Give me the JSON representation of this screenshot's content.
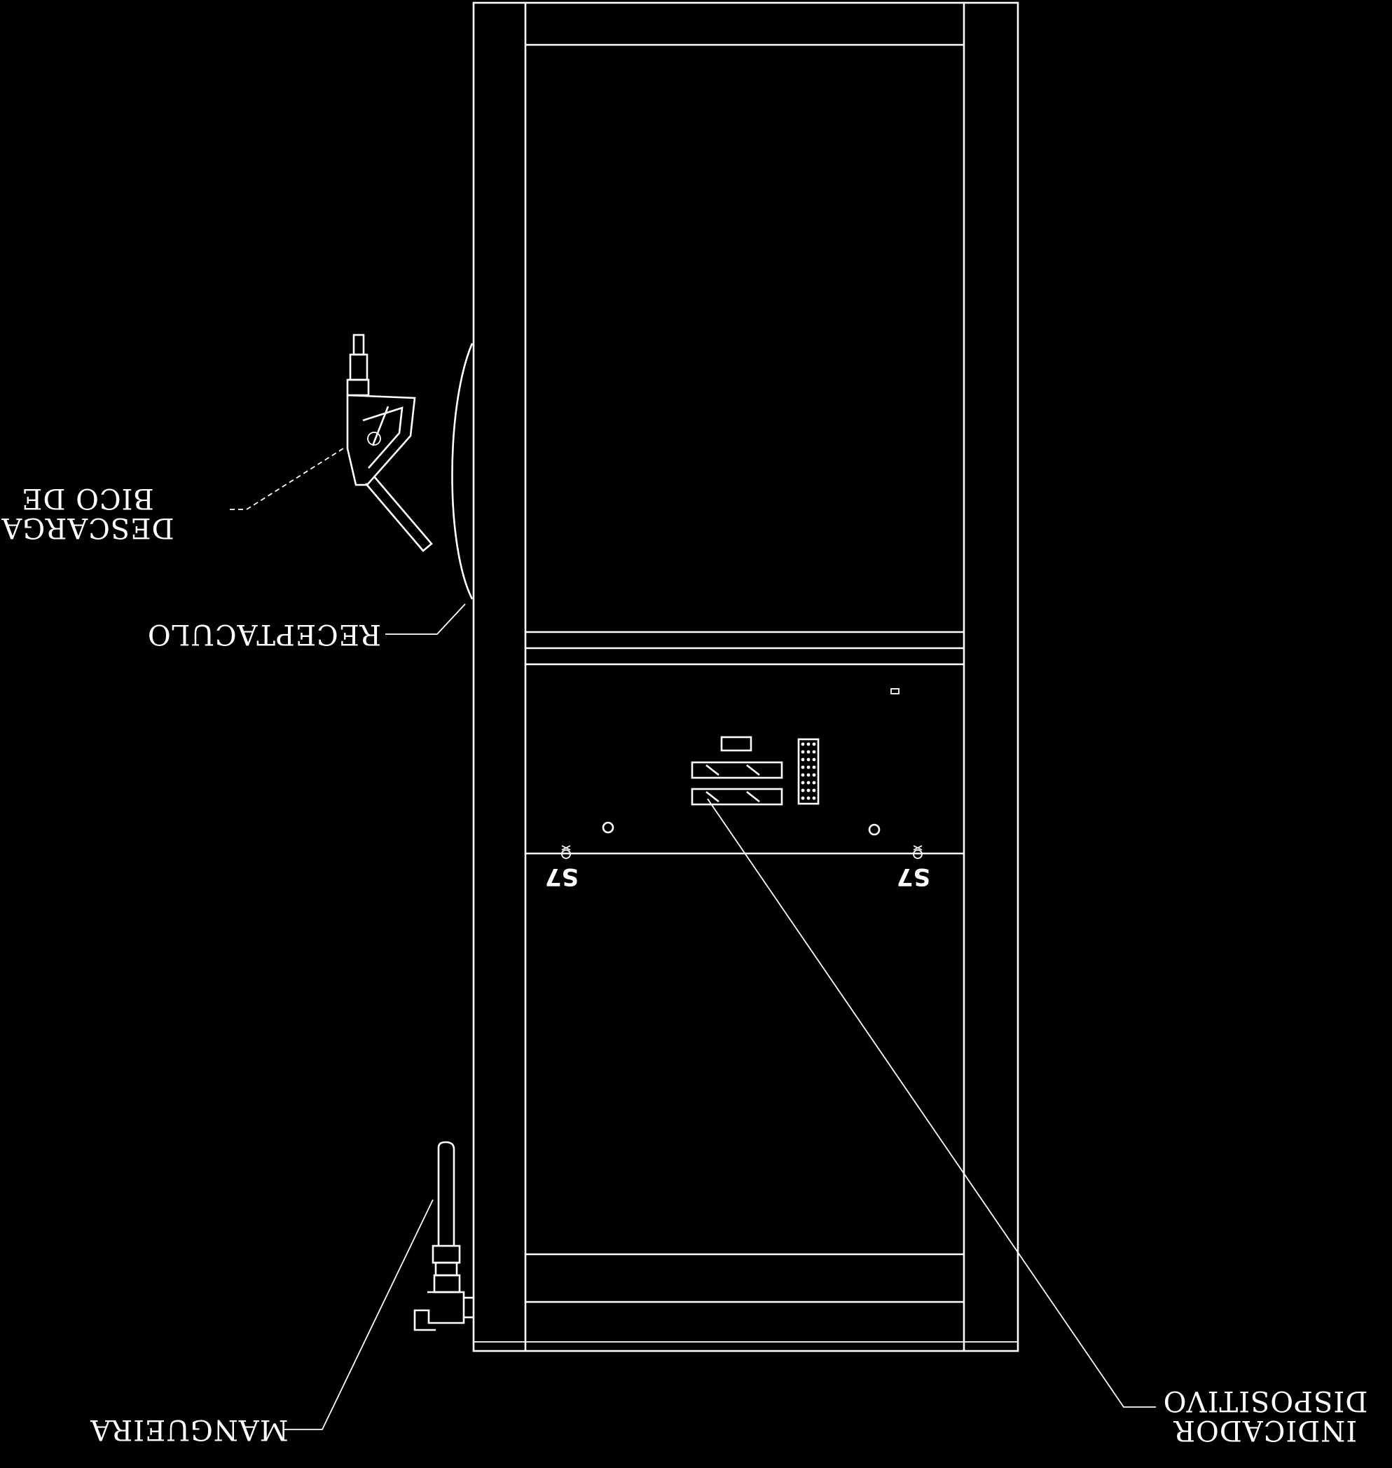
{
  "labels": {
    "nozzle_line1": "DESCARGA",
    "nozzle_line2": "BICO DE",
    "receptacle": "RECEPTACULO",
    "hose": "MANGUEIRA",
    "indicator_line1": "INDICADOR",
    "indicator_line2": "DISPOSITIVO",
    "seal_left": "S7",
    "seal_right": "S7"
  },
  "colors": {
    "background": "#000000",
    "lines": "#ffffff"
  }
}
